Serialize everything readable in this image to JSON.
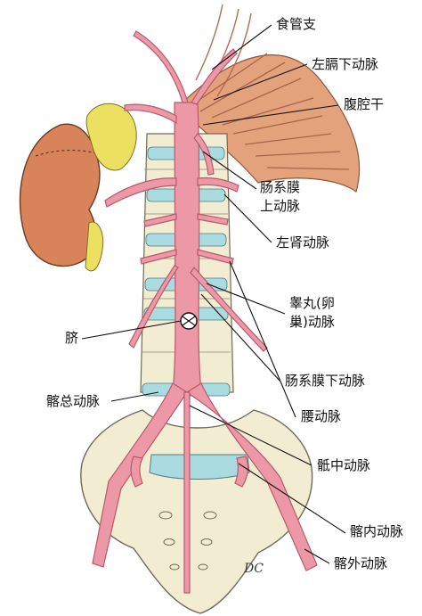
{
  "colors": {
    "artery": "#ec98a6",
    "artery_outline": "#b85a6b",
    "kidney": "#d9835a",
    "bone": "#f2ecd2",
    "bone_outline": "#6e6a58",
    "disc": "#a9dbe1",
    "muscle": "#e3a27c",
    "fat": "#ece060",
    "line": "#111111"
  },
  "labels": {
    "esophageal": "食管支",
    "left_inferior_phrenic": "左膈下动脉",
    "celiac_trunk": "腹腔干",
    "superior_mesenteric_1": "肠系膜",
    "superior_mesenteric_2": "上动脉",
    "left_renal": "左肾动脉",
    "gonadal_1": "睾丸(卵",
    "gonadal_2": "巢)动脉",
    "umbilicus": "脐",
    "inferior_mesenteric": "肠系膜下动脉",
    "common_iliac": "髂总动脉",
    "lumbar": "腰动脉",
    "median_sacral": "骶中动脉",
    "internal_iliac": "髂内动脉",
    "external_iliac": "髂外动脉"
  },
  "signature": "DC"
}
